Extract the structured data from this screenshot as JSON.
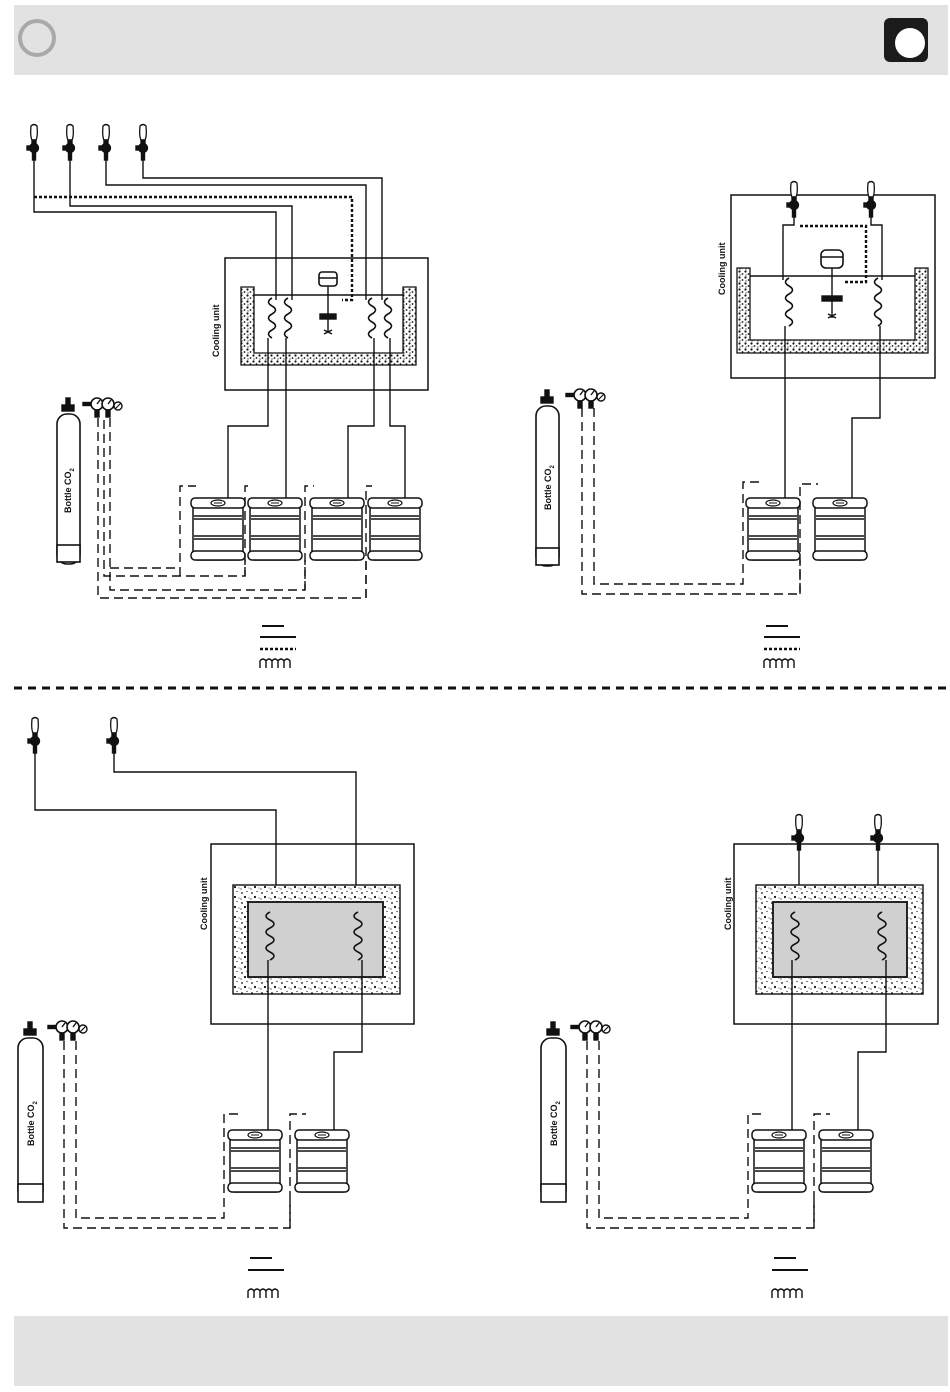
{
  "header": {
    "logo_left_icon": "circle-ring-icon",
    "logo_right_icon": "brand-mark-icon"
  },
  "labels": {
    "cooling_unit": "Cooling unit",
    "bottle_co2": "Bottle CO",
    "co2_subscript": "2"
  },
  "colors": {
    "header_bg": "#e2e2e2",
    "ring": "#a9a9a9",
    "line": "#111111",
    "coldplate_fill": "#d0d0d0"
  },
  "footer": {}
}
